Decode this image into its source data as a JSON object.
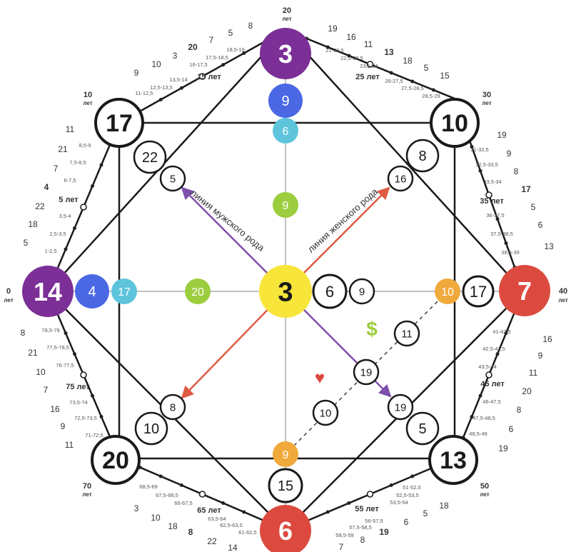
{
  "colors": {
    "purple": "#7b2f97",
    "blue": "#4a67e4",
    "cyan": "#5dc4dc",
    "green": "#9ccd3e",
    "yellow": "#f7e53a",
    "orange": "#f0a93b",
    "red": "#dc4a3f",
    "line_purple": "#7d4fa8",
    "line_red": "#de5a44",
    "line_dark": "#1a1a1a",
    "line_gray": "#999999"
  },
  "labels": {
    "male_line": "линия мужского рода",
    "female_line": "линия женского рода",
    "dollar": "$",
    "heart": "♥"
  },
  "circles": [
    {
      "id": "center",
      "value": "3",
      "color": "yellow"
    },
    {
      "id": "top-main",
      "value": "3",
      "color": "purple"
    },
    {
      "id": "top-2",
      "value": "9",
      "color": "blue"
    },
    {
      "id": "top-3",
      "value": "6",
      "color": "cyan"
    },
    {
      "id": "top-4",
      "value": "9",
      "color": "green"
    },
    {
      "id": "left-main",
      "value": "14",
      "color": "purple"
    },
    {
      "id": "left-2",
      "value": "4",
      "color": "blue"
    },
    {
      "id": "left-3",
      "value": "17",
      "color": "cyan"
    },
    {
      "id": "left-4",
      "value": "20",
      "color": "green"
    },
    {
      "id": "right-main",
      "value": "7",
      "color": "red"
    },
    {
      "id": "right-2",
      "value": "17",
      "color": "white"
    },
    {
      "id": "right-3",
      "value": "10",
      "color": "orange"
    },
    {
      "id": "bottom-main",
      "value": "6",
      "color": "red"
    },
    {
      "id": "bottom-2",
      "value": "15",
      "color": "white"
    },
    {
      "id": "bottom-3",
      "value": "9",
      "color": "orange"
    },
    {
      "id": "topleft-main",
      "value": "17",
      "color": "white"
    },
    {
      "id": "topleft-2",
      "value": "22",
      "color": "white"
    },
    {
      "id": "topleft-3",
      "value": "5",
      "color": "white"
    },
    {
      "id": "topright-main",
      "value": "10",
      "color": "white"
    },
    {
      "id": "topright-2",
      "value": "8",
      "color": "white"
    },
    {
      "id": "topright-3",
      "value": "16",
      "color": "white"
    },
    {
      "id": "botleft-main",
      "value": "20",
      "color": "white"
    },
    {
      "id": "botleft-2",
      "value": "10",
      "color": "white"
    },
    {
      "id": "botleft-3",
      "value": "8",
      "color": "white"
    },
    {
      "id": "botright-main",
      "value": "13",
      "color": "white"
    },
    {
      "id": "botright-2",
      "value": "5",
      "color": "white"
    },
    {
      "id": "botright-3",
      "value": "19",
      "color": "white"
    },
    {
      "id": "center-right-1",
      "value": "6",
      "color": "white"
    },
    {
      "id": "center-right-2",
      "value": "9",
      "color": "white"
    },
    {
      "id": "money-1",
      "value": "11",
      "color": "white"
    },
    {
      "id": "money-2",
      "value": "19",
      "color": "white"
    },
    {
      "id": "love-1",
      "value": "10",
      "color": "white"
    }
  ],
  "age_labels": [
    {
      "id": "age-0",
      "text": "0"
    },
    {
      "id": "age-0-unit",
      "text": "лет"
    },
    {
      "id": "age-10",
      "text": "10"
    },
    {
      "id": "age-10-unit",
      "text": "лет"
    },
    {
      "id": "age-20",
      "text": "20"
    },
    {
      "id": "age-20-unit",
      "text": "лет"
    },
    {
      "id": "age-30",
      "text": "30"
    },
    {
      "id": "age-30-unit",
      "text": "лет"
    },
    {
      "id": "age-40",
      "text": "40"
    },
    {
      "id": "age-40-unit",
      "text": "лет"
    },
    {
      "id": "age-50",
      "text": "50"
    },
    {
      "id": "age-50-unit",
      "text": "лет"
    },
    {
      "id": "age-70",
      "text": "70"
    },
    {
      "id": "age-70-unit",
      "text": "лет"
    },
    {
      "id": "age-5",
      "text": "5 лет"
    },
    {
      "id": "age-15",
      "text": "15 лет"
    },
    {
      "id": "age-25",
      "text": "25 лет"
    },
    {
      "id": "age-35",
      "text": "35 лет"
    },
    {
      "id": "age-45",
      "text": "45 лет"
    },
    {
      "id": "age-55",
      "text": "55 лет"
    },
    {
      "id": "age-65",
      "text": "65 лет"
    },
    {
      "id": "age-75",
      "text": "75 лет"
    }
  ],
  "perimeter_numbers": [
    "11",
    "21",
    "7",
    "4",
    "22",
    "18",
    "5",
    "9",
    "10",
    "3",
    "20",
    "7",
    "5",
    "8",
    "19",
    "16",
    "11",
    "13",
    "18",
    "5",
    "15",
    "19",
    "9",
    "8",
    "17",
    "5",
    "6",
    "13",
    "16",
    "9",
    "11",
    "20",
    "8",
    "6",
    "19",
    "7",
    "8",
    "19",
    "6",
    "5",
    "18",
    "3",
    "10",
    "18",
    "8",
    "22",
    "14",
    "8",
    "21",
    "10",
    "7",
    "16",
    "9",
    "11"
  ],
  "range_labels": [
    "1-2,5",
    "2,5-3,5",
    "3,5-4",
    "6-7,5",
    "7,5-8,5",
    "8,5-9",
    "11-12,5",
    "12,5-13,5",
    "13,5-14",
    "16-17,5",
    "17,5-18,5",
    "18,5-19",
    "21-22,5",
    "22,5-23,5",
    "23,5-24",
    "26-27,5",
    "27,5-28,5",
    "28,5-29",
    "31-32,5",
    "32,5-33,5",
    "33,5-34",
    "36-37,5",
    "37,5-38,5",
    "38,5-39",
    "41-42,5",
    "42,5-43,5",
    "43,5-44",
    "46-47,5",
    "47,5-48,5",
    "48,5-49",
    "51-52,5",
    "52,5-53,5",
    "53,5-54",
    "56-57,5",
    "57,5-58,5",
    "58,5-59",
    "61-62,5",
    "62,5-63,5",
    "63,5-64",
    "66-67,5",
    "67,5-68,5",
    "68,5-69",
    "71-72,5",
    "72,5-73,5",
    "73,5-74",
    "76-77,5",
    "77,5-78,5",
    "78,5-79"
  ]
}
